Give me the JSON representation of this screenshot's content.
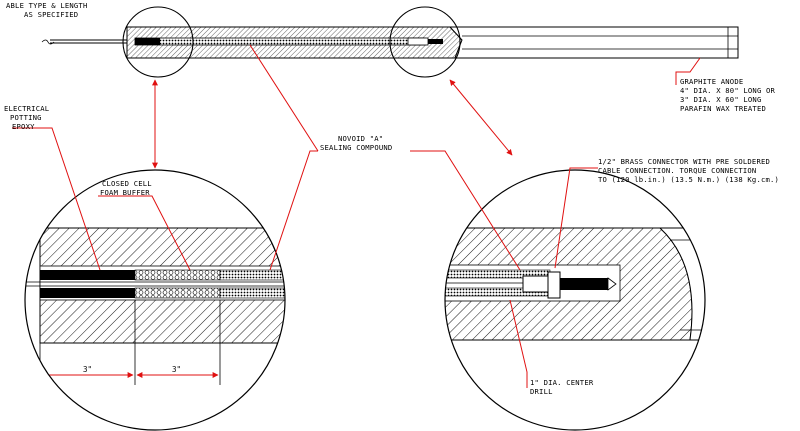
{
  "labels": {
    "cable_type": [
      "ABLE TYPE & LENGTH",
      "AS SPECIFIED"
    ],
    "graphite_anode": [
      "GRAPHITE ANODE",
      "4\" DIA. X 80\" LONG OR",
      "3\" DIA. X 60\" LONG",
      "PARAFIN WAX TREATED"
    ],
    "potting_epoxy": [
      "ELECTRICAL",
      "POTTING",
      "EPOXY"
    ],
    "foam_buffer": [
      "CLOSED CELL",
      "FOAM BUFFER"
    ],
    "sealing_compound": [
      "NOVOID \"A\"",
      "SEALING COMPOUND"
    ],
    "brass_connector": [
      "1/2\" BRASS CONNECTOR WITH PRE SOLDERED",
      "CABLE CONNECTION. TORQUE CONNECTION",
      "TO (120 lb.in.) (13.5 N.m.) (138 Kg.cm.)"
    ],
    "center_drill": [
      "1\" DIA. CENTER",
      "DRILL"
    ]
  },
  "dimensions": {
    "left": "3\"",
    "right": "3\""
  },
  "colors": {
    "leader": "#e01010",
    "line": "#000000"
  }
}
